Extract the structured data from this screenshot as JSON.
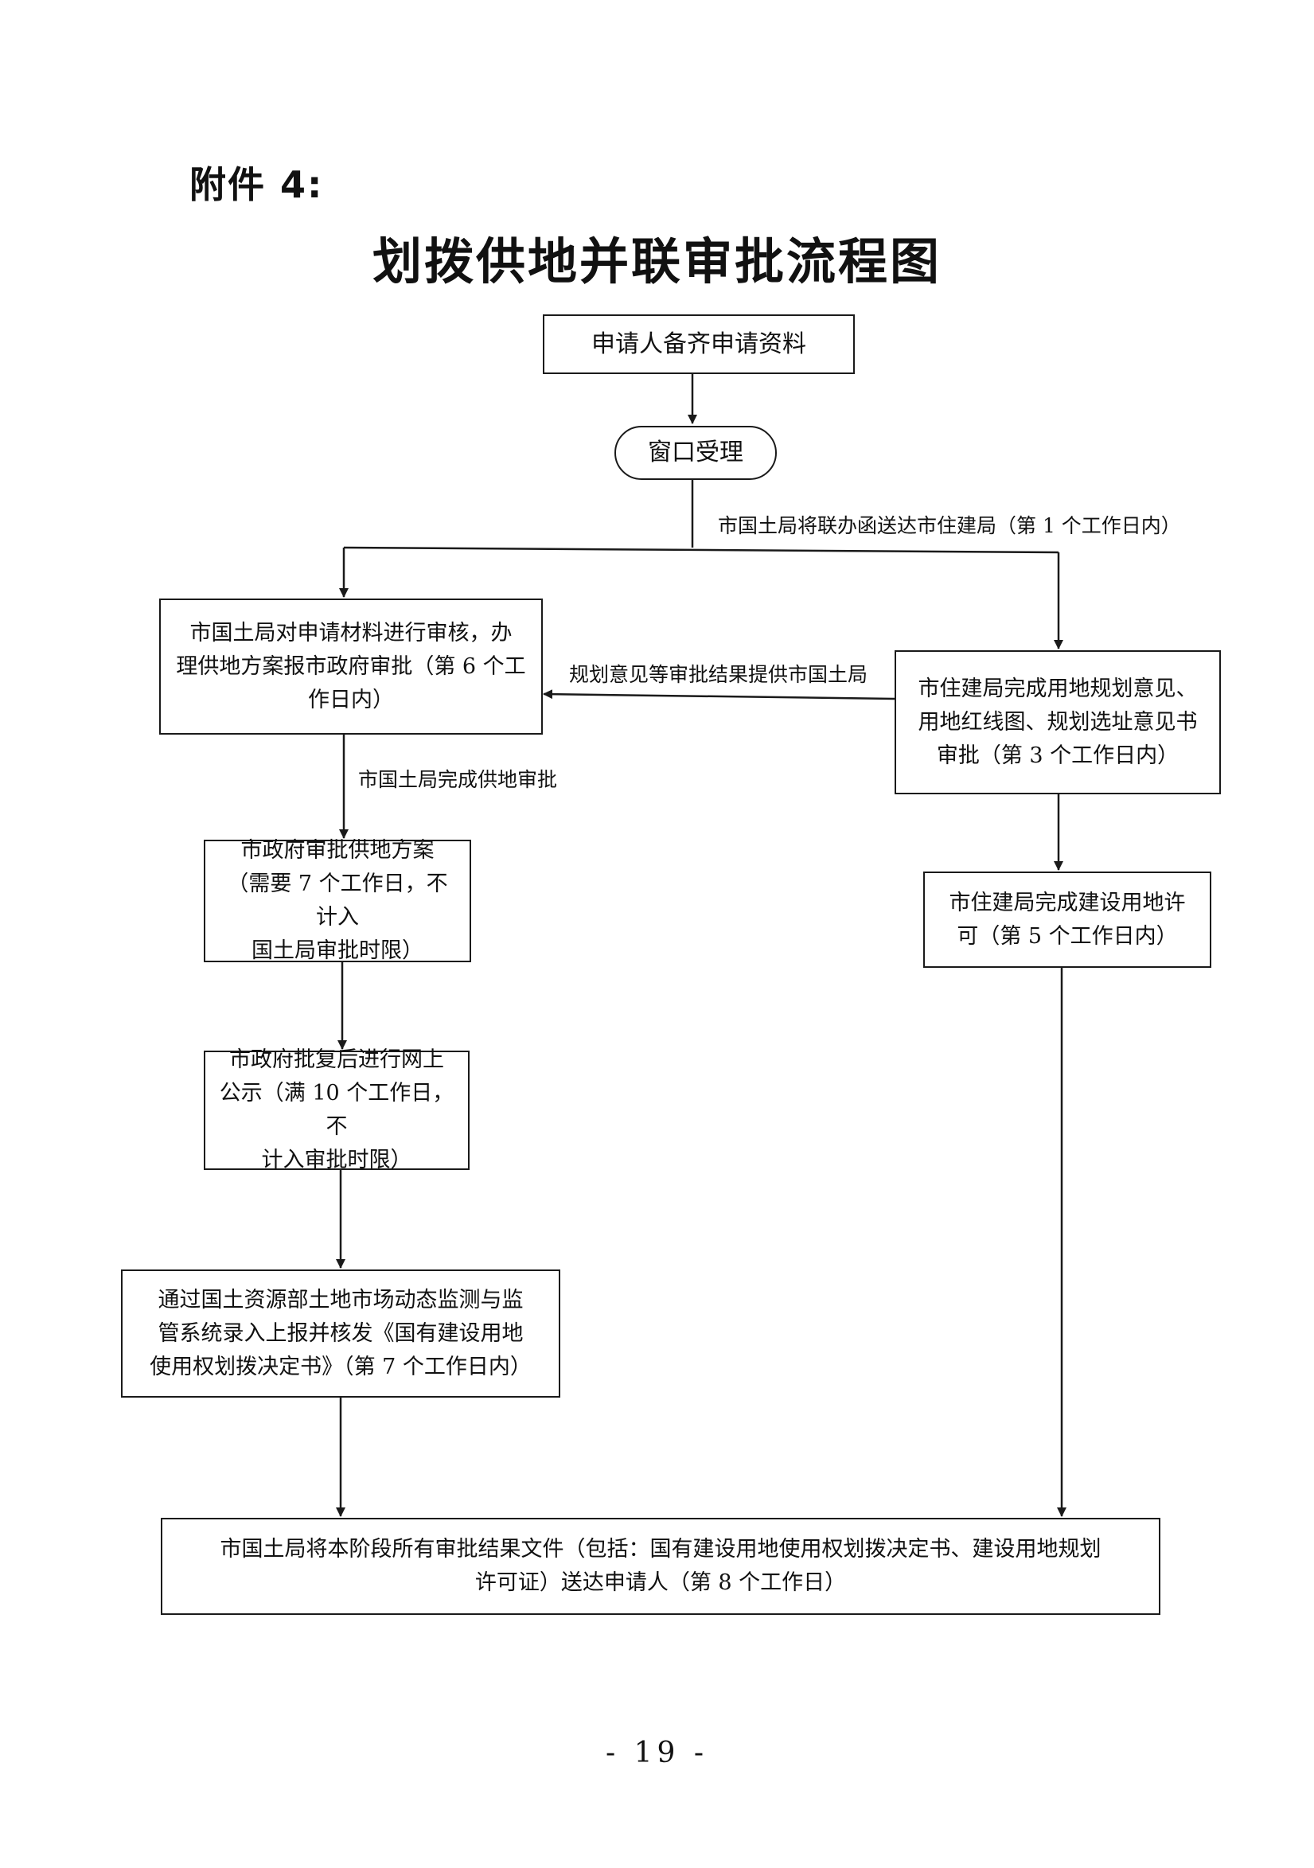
{
  "header": {
    "attachment_label": "附件 4:",
    "title": "划拨供地并联审批流程图"
  },
  "nodes": {
    "n1": {
      "text": "申请人备齐申请资料"
    },
    "n2": {
      "text": "窗口受理"
    },
    "n3": {
      "lines": [
        "市国土局对申请材料进行审核，办",
        "理供地方案报市政府审批（第 6 个工",
        "作日内）"
      ]
    },
    "n4": {
      "lines": [
        "市住建局完成用地规划意见、",
        "用地红线图、规划选址意见书",
        "审批（第 3 个工作日内）"
      ]
    },
    "n5": {
      "lines": [
        "市政府审批供地方案",
        "（需要 7 个工作日，不计入",
        "国土局审批时限）"
      ]
    },
    "n6": {
      "lines": [
        "市住建局完成建设用地许",
        "可（第 5 个工作日内）"
      ]
    },
    "n7": {
      "lines": [
        "市政府批复后进行网上",
        "公示（满 10 个工作日，不",
        "计入审批时限）"
      ]
    },
    "n8": {
      "lines": [
        "通过国土资源部土地市场动态监测与监",
        "管系统录入上报并核发《国有建设用地",
        "使用权划拨决定书》（第 7 个工作日内）"
      ]
    },
    "n9": {
      "lines": [
        "市国土局将本阶段所有审批结果文件（包括：国有建设用地使用权划拨决定书、建设用地规划",
        "许可证）送达申请人（第 8 个工作日）"
      ]
    }
  },
  "edge_labels": {
    "e_send": "市国土局将联办函送达市住建局（第 1 个工作日内）",
    "e_feedback": "规划意见等审批结果提供市国土局",
    "e_land": "市国土局完成供地审批"
  },
  "footer": {
    "page_number": "- 19 -"
  }
}
